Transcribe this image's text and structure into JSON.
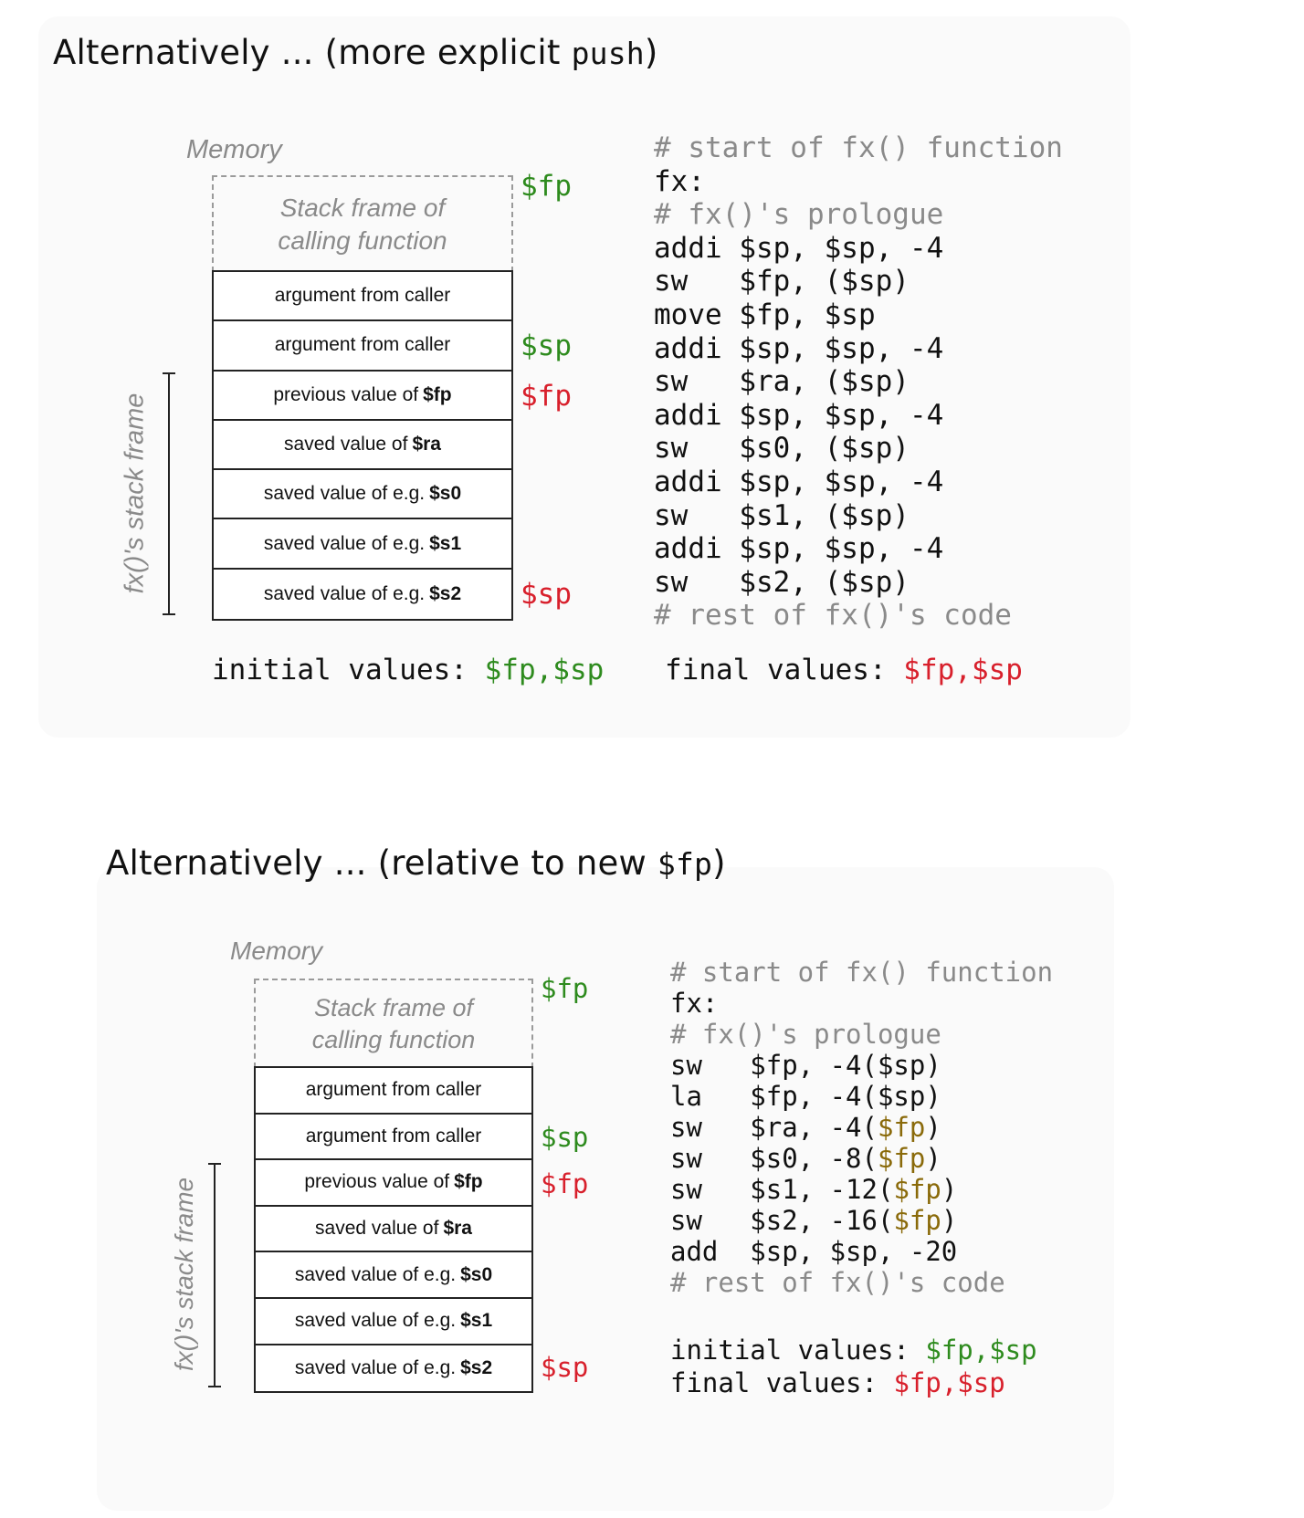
{
  "slide1": {
    "title_text": "Alternatively ... (more explicit ",
    "title_code": "push",
    "title_close": ")",
    "memory_label": "Memory",
    "caller_frame_label": "Stack frame of\ncalling function",
    "cells": [
      {
        "text": "argument from caller",
        "bold": ""
      },
      {
        "text": "argument from caller",
        "bold": ""
      },
      {
        "text": "previous value of",
        "bold": "$fp"
      },
      {
        "text": "saved value of",
        "bold": "$ra"
      },
      {
        "text": "saved value of e.g.",
        "bold": "$s0"
      },
      {
        "text": "saved value of e.g.",
        "bold": "$s1"
      },
      {
        "text": "saved value of e.g.",
        "bold": "$s2"
      }
    ],
    "ptr_fp_initial": "$fp",
    "ptr_sp_initial": "$sp",
    "ptr_fp_final": "$fp",
    "ptr_sp_final": "$sp",
    "frame_label": "fx()'s stack frame",
    "code_lines": [
      {
        "parts": [
          {
            "t": "# start of fx() function",
            "c": "cmt"
          }
        ]
      },
      {
        "parts": [
          {
            "t": "fx:",
            "c": ""
          }
        ]
      },
      {
        "parts": [
          {
            "t": "# fx()'s prologue",
            "c": "cmt"
          }
        ]
      },
      {
        "parts": [
          {
            "t": "addi $sp, $sp, -4",
            "c": ""
          }
        ]
      },
      {
        "parts": [
          {
            "t": "sw   $fp, ($sp)",
            "c": ""
          }
        ]
      },
      {
        "parts": [
          {
            "t": "move $fp, $sp",
            "c": ""
          }
        ]
      },
      {
        "parts": [
          {
            "t": "addi $sp, $sp, -4",
            "c": ""
          }
        ]
      },
      {
        "parts": [
          {
            "t": "sw   $ra, ($sp)",
            "c": ""
          }
        ]
      },
      {
        "parts": [
          {
            "t": "addi $sp, $sp, -4",
            "c": ""
          }
        ]
      },
      {
        "parts": [
          {
            "t": "sw   $s0, ($sp)",
            "c": ""
          }
        ]
      },
      {
        "parts": [
          {
            "t": "addi $sp, $sp, -4",
            "c": ""
          }
        ]
      },
      {
        "parts": [
          {
            "t": "sw   $s1, ($sp)",
            "c": ""
          }
        ]
      },
      {
        "parts": [
          {
            "t": "addi $sp, $sp, -4",
            "c": ""
          }
        ]
      },
      {
        "parts": [
          {
            "t": "sw   $s2, ($sp)",
            "c": ""
          }
        ]
      },
      {
        "parts": [
          {
            "t": "# rest of fx()'s code",
            "c": "cmt"
          }
        ]
      }
    ],
    "initial_label": "initial values: ",
    "initial_regs": "$fp,$sp",
    "final_label": "final values: ",
    "final_regs": "$fp,$sp"
  },
  "slide2": {
    "title_text": "Alternatively ... (relative to new ",
    "title_code": "$fp",
    "title_close": ")",
    "memory_label": "Memory",
    "caller_frame_label": "Stack frame of\ncalling function",
    "cells": [
      {
        "text": "argument from caller",
        "bold": ""
      },
      {
        "text": "argument from caller",
        "bold": ""
      },
      {
        "text": "previous value of",
        "bold": "$fp"
      },
      {
        "text": "saved value of",
        "bold": "$ra"
      },
      {
        "text": "saved value of e.g.",
        "bold": "$s0"
      },
      {
        "text": "saved value of e.g.",
        "bold": "$s1"
      },
      {
        "text": "saved value of e.g.",
        "bold": "$s2"
      }
    ],
    "ptr_fp_initial": "$fp",
    "ptr_sp_initial": "$sp",
    "ptr_fp_final": "$fp",
    "ptr_sp_final": "$sp",
    "frame_label": "fx()'s stack frame",
    "code_lines": [
      {
        "parts": [
          {
            "t": "# start of fx() function",
            "c": "cmt"
          }
        ]
      },
      {
        "parts": [
          {
            "t": "fx:",
            "c": ""
          }
        ]
      },
      {
        "parts": [
          {
            "t": "# fx()'s prologue",
            "c": "cmt"
          }
        ]
      },
      {
        "parts": [
          {
            "t": "sw   $fp, -4($sp)",
            "c": ""
          }
        ]
      },
      {
        "parts": [
          {
            "t": "la   $fp, -4($sp)",
            "c": ""
          }
        ]
      },
      {
        "parts": [
          {
            "t": "sw   $ra, -4(",
            "c": ""
          },
          {
            "t": "$fp",
            "c": "olive"
          },
          {
            "t": ")",
            "c": ""
          }
        ]
      },
      {
        "parts": [
          {
            "t": "sw   $s0, -8(",
            "c": ""
          },
          {
            "t": "$fp",
            "c": "olive"
          },
          {
            "t": ")",
            "c": ""
          }
        ]
      },
      {
        "parts": [
          {
            "t": "sw   $s1, -12(",
            "c": ""
          },
          {
            "t": "$fp",
            "c": "olive"
          },
          {
            "t": ")",
            "c": ""
          }
        ]
      },
      {
        "parts": [
          {
            "t": "sw   $s2, -16(",
            "c": ""
          },
          {
            "t": "$fp",
            "c": "olive"
          },
          {
            "t": ")",
            "c": ""
          }
        ]
      },
      {
        "parts": [
          {
            "t": "add  $sp, $sp, -20",
            "c": ""
          }
        ]
      },
      {
        "parts": [
          {
            "t": "# rest of fx()'s code",
            "c": "cmt"
          }
        ]
      }
    ],
    "initial_label": "initial values: ",
    "initial_regs": "$fp,$sp",
    "final_label": "final values: ",
    "final_regs": "$fp,$sp"
  },
  "colors": {
    "initial_pointer": "#2e8b1e",
    "final_pointer": "#d8202c",
    "fp_relative": "#8a6a0a",
    "comment": "#8a8a8a"
  }
}
